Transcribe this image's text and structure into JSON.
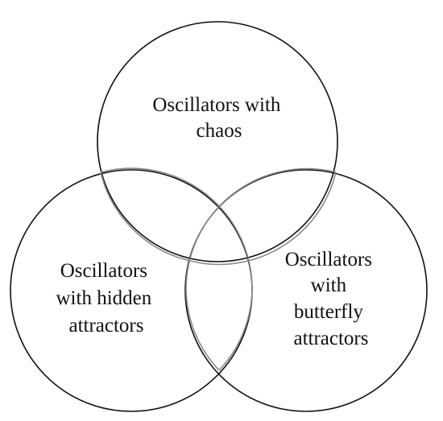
{
  "diagram": {
    "type": "venn",
    "sets": [
      {
        "id": "chaos",
        "label_lines": [
          "Oscillators with",
          "chaos"
        ]
      },
      {
        "id": "hidden",
        "label_lines": [
          "Oscillators",
          "with hidden",
          "attractors"
        ]
      },
      {
        "id": "butterfly",
        "label_lines": [
          "Oscillators",
          "with",
          "butterfly",
          "attractors"
        ]
      }
    ],
    "colors": {
      "outline": "#111111",
      "overlap_outline": "#8a8a8a",
      "text": "#111111",
      "background": "#ffffff"
    }
  }
}
